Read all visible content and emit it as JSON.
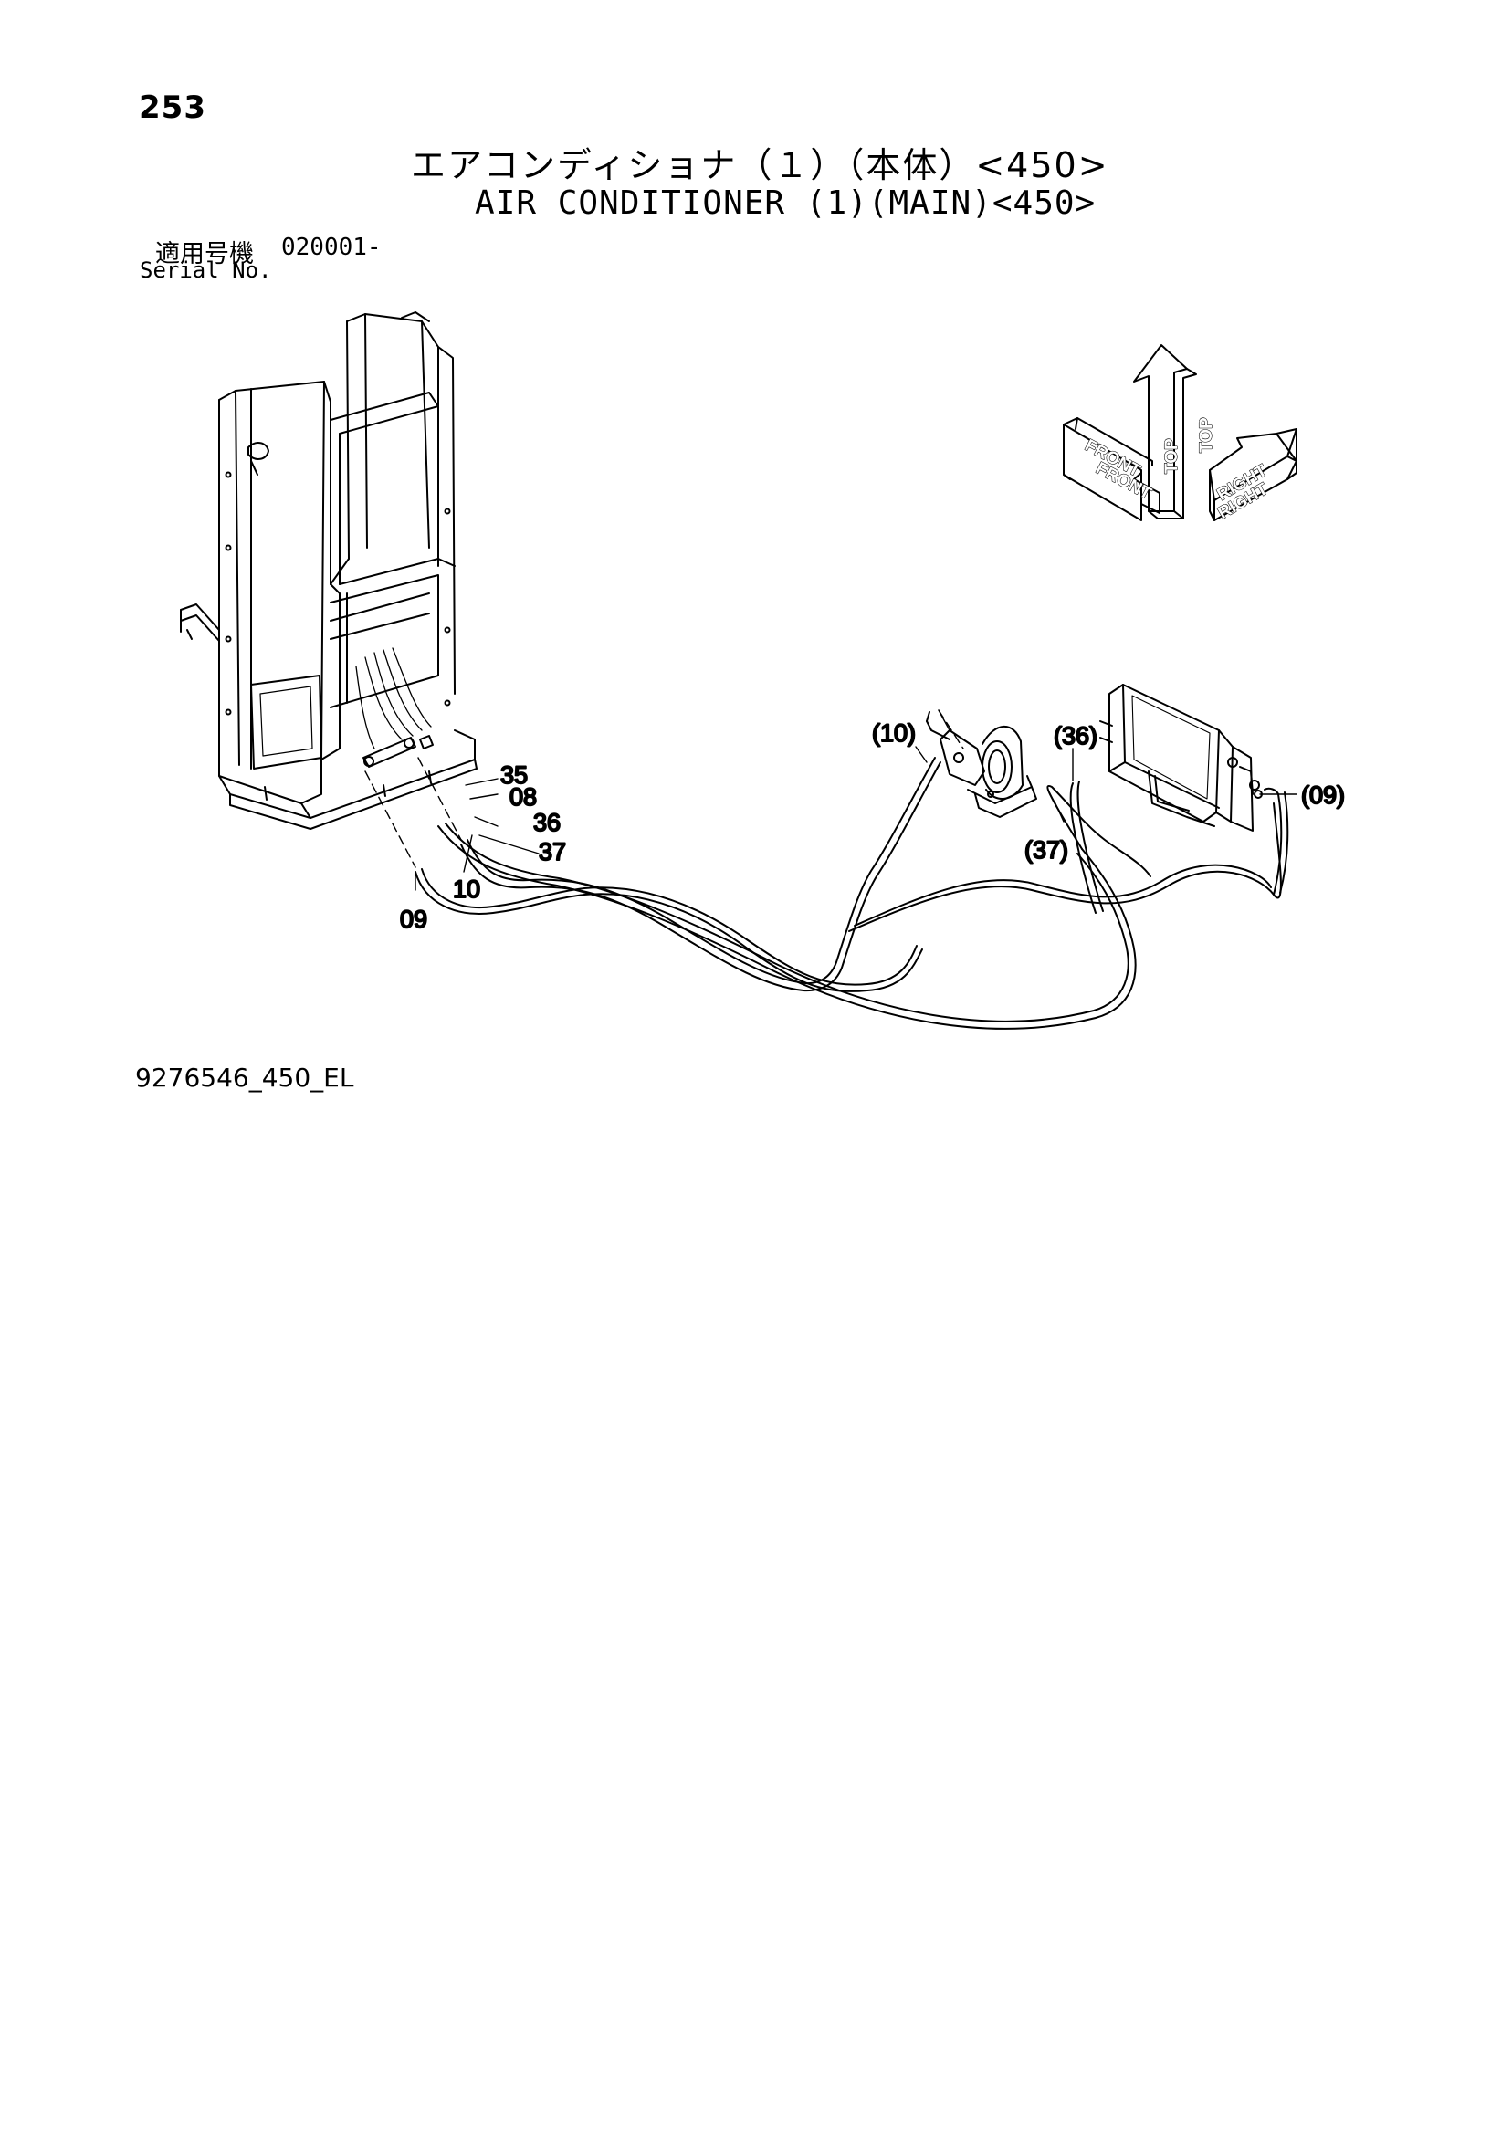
{
  "page": {
    "number": "253",
    "title_jp": "エアコンディショナ（１）（本体）<450>",
    "title_en": "AIR CONDITIONER (1)(MAIN)<450>",
    "serial_label_jp": "適用号機",
    "serial_value": "020001-",
    "serial_label_en": "Serial No.",
    "drawing_code": "9276546_450_EL"
  },
  "orientation": {
    "top": "TOP",
    "front": "FRONT",
    "right": "RIGHT"
  },
  "callouts": {
    "c35": "35",
    "c08": "08",
    "c36": "36",
    "c37": "37",
    "c10": "10",
    "c09": "09",
    "c10p": "(10)",
    "c36p": "(36)",
    "c37p": "(37)",
    "c09p": "(09)"
  }
}
